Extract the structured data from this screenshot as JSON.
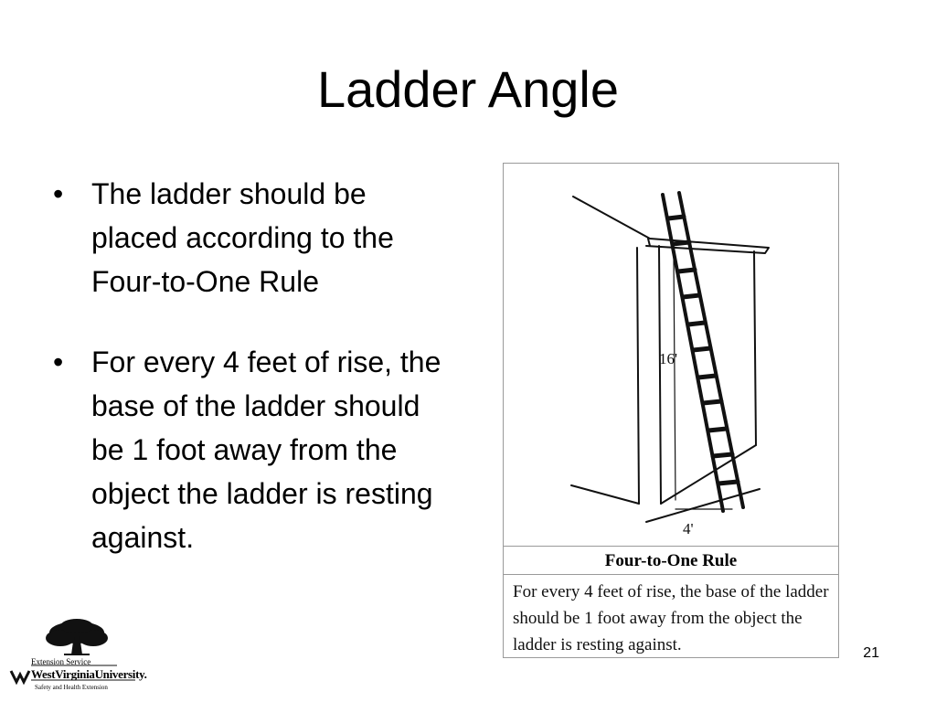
{
  "slide": {
    "title": "Ladder Angle",
    "page_number": "21"
  },
  "bullets": [
    {
      "text": "The ladder should be placed according to the Four-to-One Rule"
    },
    {
      "text": "For every 4 feet of rise, the base of the ladder should be 1 foot away from the object the ladder is resting against."
    }
  ],
  "bullet_glyph": "•",
  "figure": {
    "height_label": "16'",
    "base_label": "4'",
    "caption_title": "Four-to-One Rule",
    "caption_text": "For every 4 feet of rise, the base of the ladder should be 1 foot away from the object the ladder is resting against."
  },
  "logo": {
    "line1": "Extension Service",
    "line2": "WestVirginiaUniversity.",
    "line3": "Safety and Health Extension"
  }
}
